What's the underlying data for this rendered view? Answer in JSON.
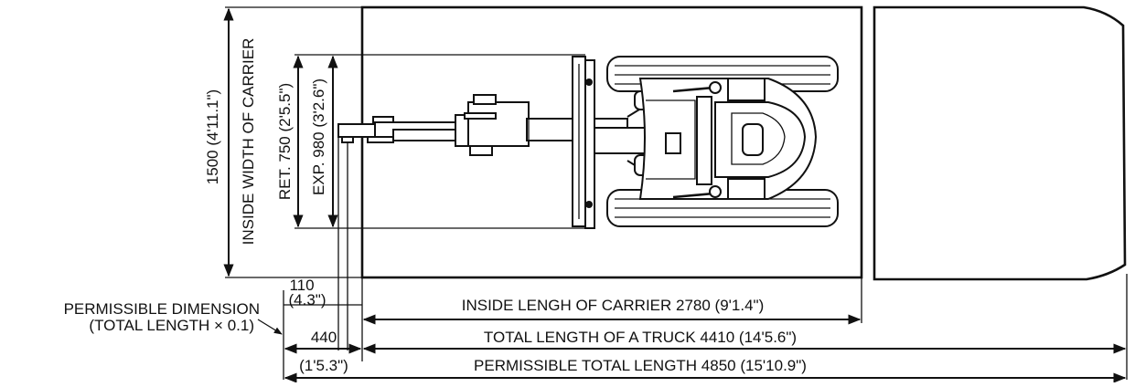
{
  "labels": {
    "inside_width_value": "1500 (4'11.1\")",
    "inside_width_caption": "INSIDE WIDTH OF CARRIER",
    "ret_label": "RET. 750 (2'5.5\")",
    "exp_label": "EXP. 980 (3'2.6\")",
    "overhang_mm": "110",
    "overhang_in": "(4.3\")",
    "permissible_dim_line1": "PERMISSIBLE DIMENSION",
    "permissible_dim_line2": "(TOTAL LENGTH × 0.1)",
    "inside_length": "INSIDE LENGH OF CARRIER 2780 (9'1.4\")",
    "allowance_mm": "440",
    "total_truck_length": "TOTAL LENGTH OF A TRUCK 4410 (14'5.6\")",
    "allowance_in": "(1'5.3\")",
    "permissible_total_length": "PERMISSIBLE TOTAL LENGTH 4850 (15'10.9\")"
  },
  "colors": {
    "line": "#111111",
    "background": "#ffffff"
  }
}
